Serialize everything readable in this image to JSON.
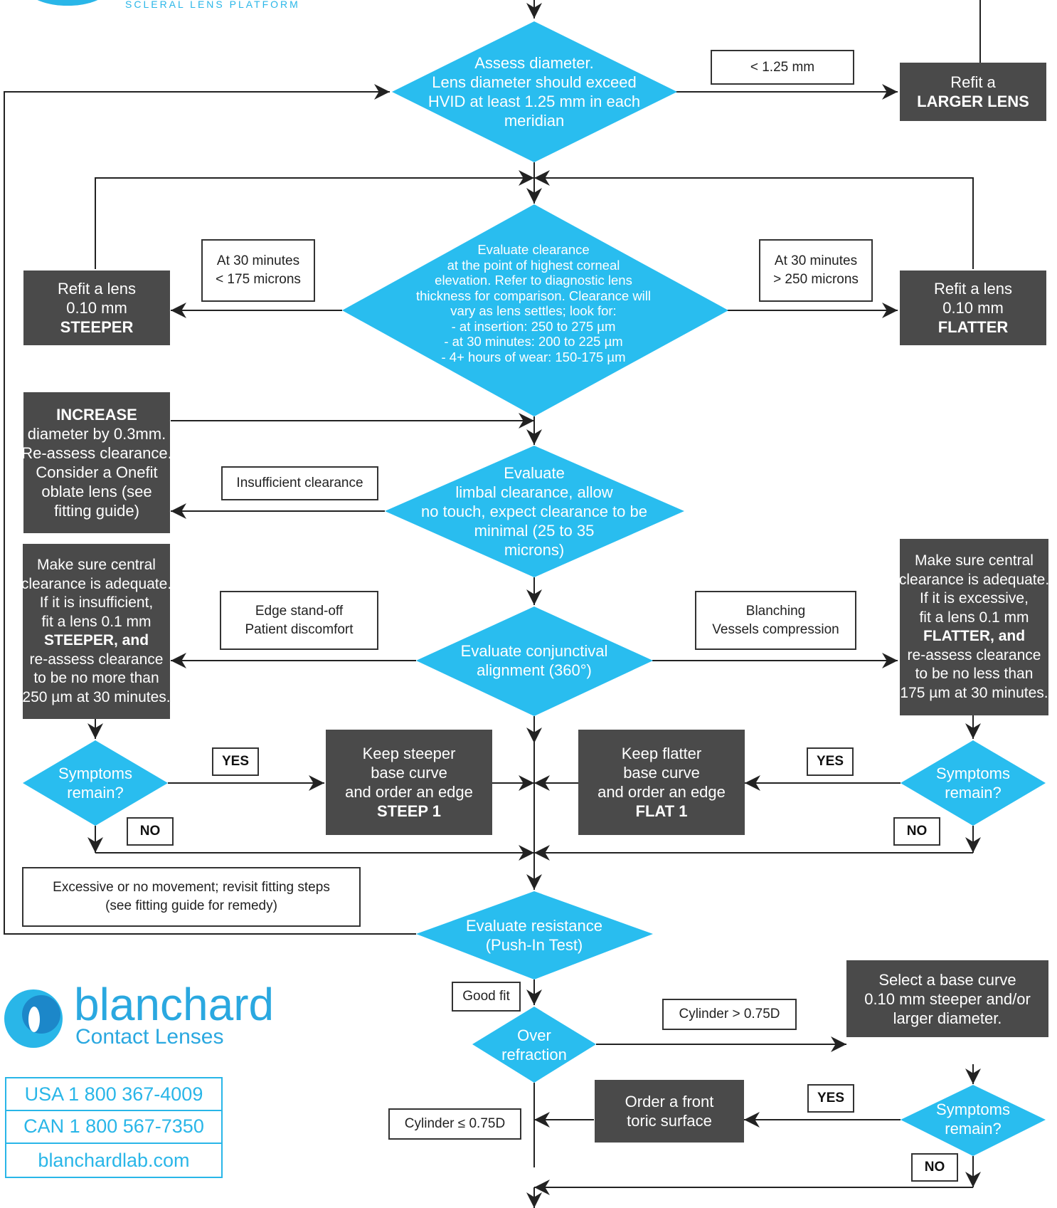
{
  "header": {
    "tagline": "SCLERAL LENS PLATFORM"
  },
  "nodes": {
    "assess_diameter": [
      "Assess diameter.",
      "Lens diameter should exceed",
      "HVID at least 1.25 mm in each",
      "meridian"
    ],
    "refit_larger": [
      "Refit a",
      "LARGER LENS"
    ],
    "label_lt_125": "< 1.25 mm",
    "evaluate_clearance": [
      "Evaluate clearance",
      "at the point of highest corneal",
      "elevation. Refer to diagnostic lens",
      "thickness for comparison. Clearance will",
      "vary as lens settles; look for:",
      "- at insertion: 250 to 275 µm",
      "- at 30 minutes: 200 to 225 µm",
      "- 4+ hours of wear: 150-175 µm"
    ],
    "label_30min_low": [
      "At 30 minutes",
      "< 175 microns"
    ],
    "label_30min_high": [
      "At 30 minutes",
      "> 250 microns"
    ],
    "refit_steeper": [
      "Refit a lens",
      "0.10 mm",
      "STEEPER"
    ],
    "refit_flatter": [
      "Refit a lens",
      "0.10 mm",
      "FLATTER"
    ],
    "increase_diameter": [
      "INCREASE",
      "diameter by 0.3mm.",
      "Re-assess clearance.",
      "Consider a Onefit",
      "oblate lens (see",
      "fitting guide)"
    ],
    "label_insufficient": "Insufficient clearance",
    "evaluate_limbal": [
      "Evaluate",
      "limbal clearance, allow",
      "no touch, expect clearance to be",
      "minimal (25 to 35",
      "microns)"
    ],
    "central_steeper": [
      "Make sure central",
      "clearance is adequate.",
      "If it is insufficient,",
      "fit a lens 0.1 mm",
      "STEEPER, and",
      "re-assess clearance",
      "to be no more than",
      "250 µm at 30 minutes."
    ],
    "central_flatter": [
      "Make sure central",
      "clearance is adequate.",
      "If it is excessive,",
      "fit a lens 0.1 mm",
      "FLATTER, and",
      "re-assess clearance",
      "to be no less than",
      "175 µm at 30 minutes."
    ],
    "label_edge": [
      "Edge stand-off",
      "Patient discomfort"
    ],
    "label_blanching": [
      "Blanching",
      "Vessels compression"
    ],
    "evaluate_conjunctival": [
      "Evaluate conjunctival",
      "alignment (360°)"
    ],
    "symptoms_left": [
      "Symptoms",
      "remain?"
    ],
    "symptoms_right": [
      "Symptoms",
      "remain?"
    ],
    "symptoms_bottom": [
      "Symptoms",
      "remain?"
    ],
    "keep_steeper": [
      "Keep steeper",
      "base curve",
      "and order an edge",
      "STEEP 1"
    ],
    "keep_flatter": [
      "Keep flatter",
      "base curve",
      "and order an edge",
      "FLAT 1"
    ],
    "yes": "YES",
    "no": "NO",
    "excessive_movement": [
      "Excessive or no movement; revisit fitting steps",
      "(see fitting guide for remedy)"
    ],
    "evaluate_resistance": [
      "Evaluate resistance",
      "(Push-In Test)"
    ],
    "label_good_fit": "Good fit",
    "over_refraction": [
      "Over",
      "refraction"
    ],
    "label_cyl_gt": "Cylinder > 0.75D",
    "select_base_curve": [
      "Select a base curve",
      "0.10 mm steeper and/or",
      "larger diameter."
    ],
    "order_toric": [
      "Order a front",
      "toric surface"
    ],
    "label_cyl_le": "Cylinder ≤ 0.75D"
  },
  "brand": {
    "name": "blanchard",
    "subtitle": "Contact Lenses",
    "usa": "USA 1 800 367-4009",
    "can": "CAN 1 800 567-7350",
    "web": "blanchardlab.com"
  },
  "colors": {
    "diamond": "#29bdef",
    "dark_box": "#4a4a4a",
    "line": "#222222",
    "brand": "#2aa8e0"
  }
}
